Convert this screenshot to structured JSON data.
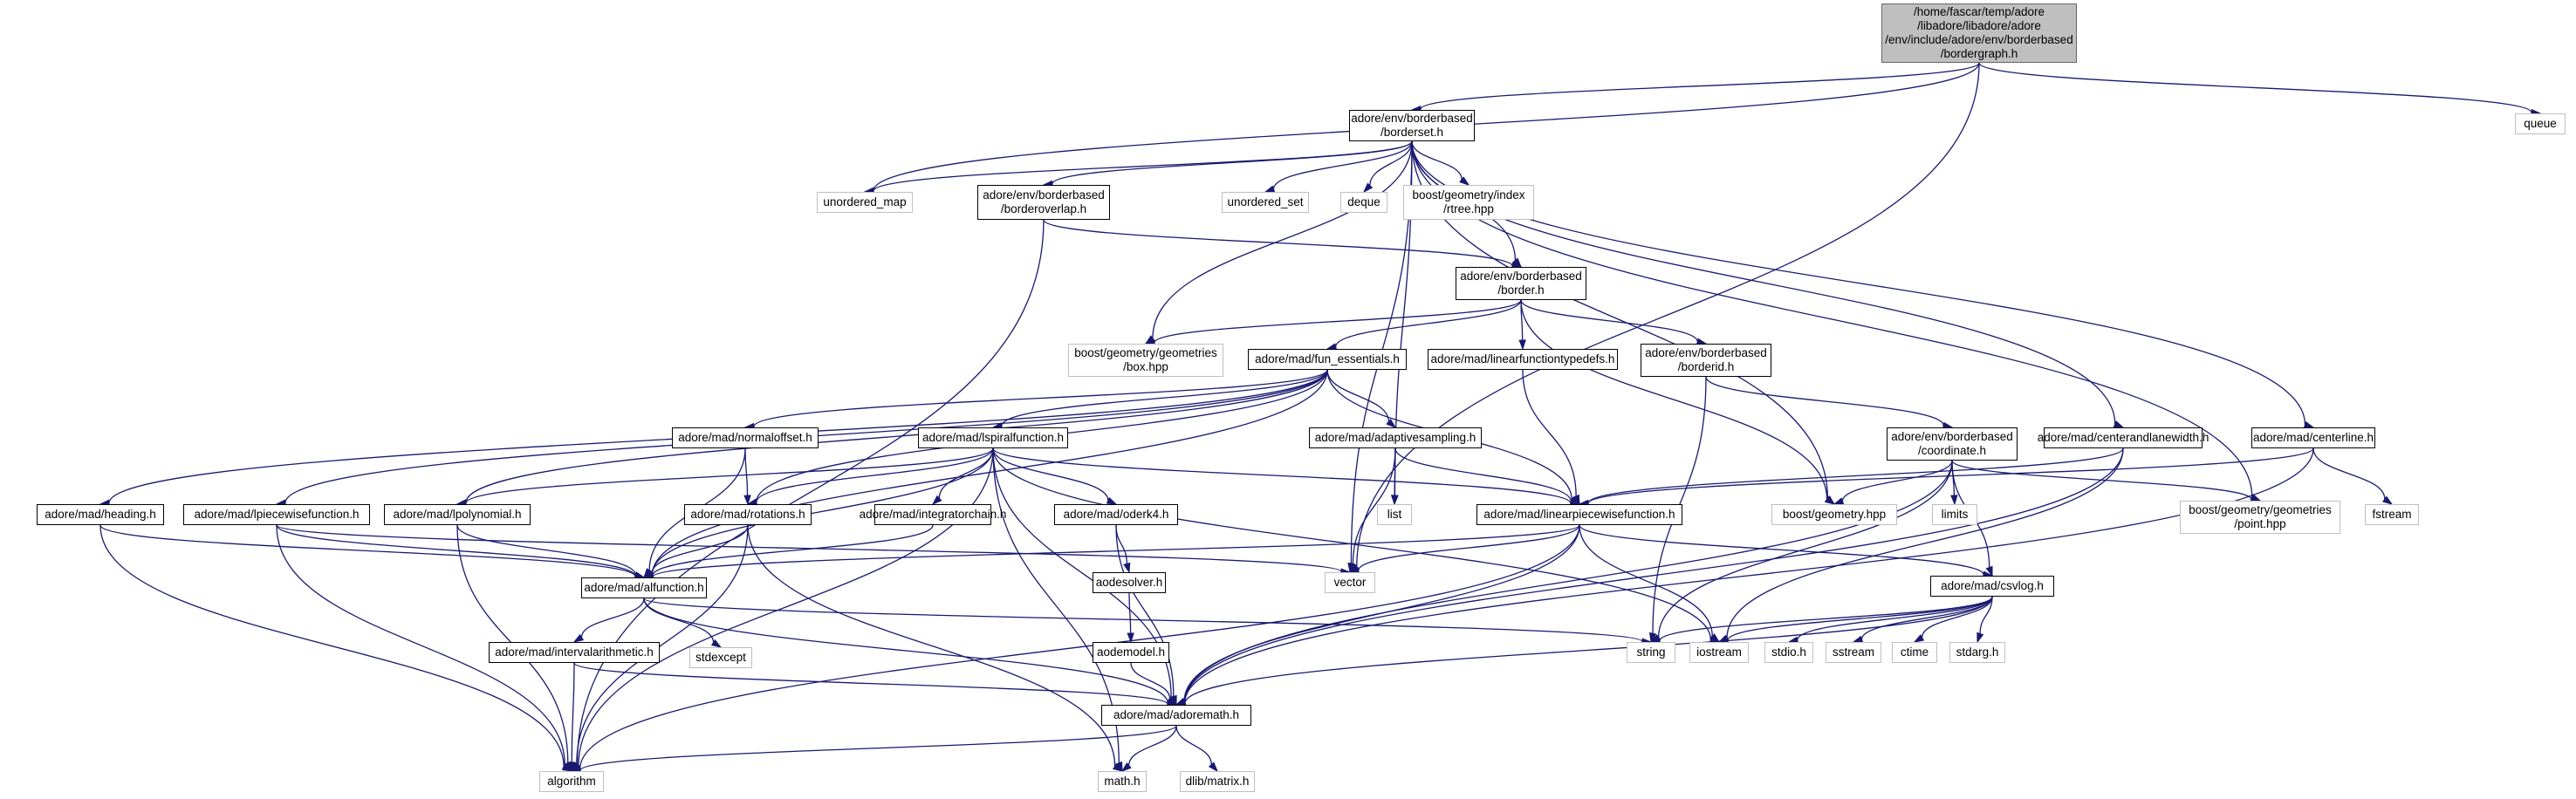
{
  "graph": {
    "title": "",
    "colors": {
      "edge": "#191970",
      "root_fill": "#bfbfbf",
      "project_border": "#000000",
      "system_border": "#bfbfbf"
    },
    "nodes": [
      {
        "id": "bordergraph",
        "kind": "root",
        "lines": [
          "/home/fascar/temp/adore",
          "/libadore/libadore/adore",
          "/env/include/adore/env/borderbased",
          "/bordergraph.h"
        ]
      },
      {
        "id": "borderset",
        "kind": "project",
        "lines": [
          "adore/env/borderbased",
          "/borderset.h"
        ]
      },
      {
        "id": "queue",
        "kind": "system",
        "lines": [
          "queue"
        ]
      },
      {
        "id": "unordered_map",
        "kind": "system",
        "lines": [
          "unordered_map"
        ]
      },
      {
        "id": "borderoverlap",
        "kind": "project",
        "lines": [
          "adore/env/borderbased",
          "/borderoverlap.h"
        ]
      },
      {
        "id": "unordered_set",
        "kind": "system",
        "lines": [
          "unordered_set"
        ]
      },
      {
        "id": "deque",
        "kind": "system",
        "lines": [
          "deque"
        ]
      },
      {
        "id": "rtree",
        "kind": "system",
        "lines": [
          "boost/geometry/index",
          "/rtree.hpp"
        ]
      },
      {
        "id": "border",
        "kind": "project",
        "lines": [
          "adore/env/borderbased",
          "/border.h"
        ]
      },
      {
        "id": "box",
        "kind": "system",
        "lines": [
          "boost/geometry/geometries",
          "/box.hpp"
        ]
      },
      {
        "id": "fun_essentials",
        "kind": "project",
        "lines": [
          "adore/mad/fun_essentials.h"
        ]
      },
      {
        "id": "linearfunctiontypedefs",
        "kind": "project",
        "lines": [
          "adore/mad/linearfunctiontypedefs.h"
        ]
      },
      {
        "id": "borderid",
        "kind": "project",
        "lines": [
          "adore/env/borderbased",
          "/borderid.h"
        ]
      },
      {
        "id": "coordinate",
        "kind": "project",
        "lines": [
          "adore/env/borderbased",
          "/coordinate.h"
        ]
      },
      {
        "id": "centerandlanewidth",
        "kind": "project",
        "lines": [
          "adore/mad/centerandlanewidth.h"
        ]
      },
      {
        "id": "centerline",
        "kind": "project",
        "lines": [
          "adore/mad/centerline.h"
        ]
      },
      {
        "id": "normaloffset",
        "kind": "project",
        "lines": [
          "adore/mad/normaloffset.h"
        ]
      },
      {
        "id": "lspiralfunction",
        "kind": "project",
        "lines": [
          "adore/mad/lspiralfunction.h"
        ]
      },
      {
        "id": "adaptivesampling",
        "kind": "project",
        "lines": [
          "adore/mad/adaptivesampling.h"
        ]
      },
      {
        "id": "heading",
        "kind": "project",
        "lines": [
          "adore/mad/heading.h"
        ]
      },
      {
        "id": "lpiecewisefunction",
        "kind": "project",
        "lines": [
          "adore/mad/lpiecewisefunction.h"
        ]
      },
      {
        "id": "lpolynomial",
        "kind": "project",
        "lines": [
          "adore/mad/lpolynomial.h"
        ]
      },
      {
        "id": "rotations",
        "kind": "project",
        "lines": [
          "adore/mad/rotations.h"
        ]
      },
      {
        "id": "integratorchain",
        "kind": "project",
        "lines": [
          "adore/mad/integratorchain.h"
        ]
      },
      {
        "id": "oderk4",
        "kind": "project",
        "lines": [
          "adore/mad/oderk4.h"
        ]
      },
      {
        "id": "list",
        "kind": "system",
        "lines": [
          "list"
        ]
      },
      {
        "id": "linearpiecewisefunction",
        "kind": "project",
        "lines": [
          "adore/mad/linearpiecewisefunction.h"
        ]
      },
      {
        "id": "boost_geometry",
        "kind": "system",
        "lines": [
          "boost/geometry.hpp"
        ]
      },
      {
        "id": "limits",
        "kind": "system",
        "lines": [
          "limits"
        ]
      },
      {
        "id": "point",
        "kind": "system",
        "lines": [
          "boost/geometry/geometries",
          "/point.hpp"
        ]
      },
      {
        "id": "fstream",
        "kind": "system",
        "lines": [
          "fstream"
        ]
      },
      {
        "id": "vector",
        "kind": "system",
        "lines": [
          "vector"
        ]
      },
      {
        "id": "alfunction",
        "kind": "project",
        "lines": [
          "adore/mad/alfunction.h"
        ]
      },
      {
        "id": "aodesolver",
        "kind": "project",
        "lines": [
          "aodesolver.h"
        ]
      },
      {
        "id": "csvlog",
        "kind": "project",
        "lines": [
          "adore/mad/csvlog.h"
        ]
      },
      {
        "id": "stdexcept",
        "kind": "system",
        "lines": [
          "stdexcept"
        ]
      },
      {
        "id": "intervalarithmetic",
        "kind": "project",
        "lines": [
          "adore/mad/intervalarithmetic.h"
        ]
      },
      {
        "id": "aodemodel",
        "kind": "project",
        "lines": [
          "aodemodel.h"
        ]
      },
      {
        "id": "string",
        "kind": "system",
        "lines": [
          "string"
        ]
      },
      {
        "id": "iostream",
        "kind": "system",
        "lines": [
          "iostream"
        ]
      },
      {
        "id": "stdio",
        "kind": "system",
        "lines": [
          "stdio.h"
        ]
      },
      {
        "id": "sstream",
        "kind": "system",
        "lines": [
          "sstream"
        ]
      },
      {
        "id": "ctime",
        "kind": "system",
        "lines": [
          "ctime"
        ]
      },
      {
        "id": "stdarg",
        "kind": "system",
        "lines": [
          "stdarg.h"
        ]
      },
      {
        "id": "adoremath",
        "kind": "project",
        "lines": [
          "adore/mad/adoremath.h"
        ]
      },
      {
        "id": "algorithm",
        "kind": "system",
        "lines": [
          "algorithm"
        ]
      },
      {
        "id": "math",
        "kind": "system",
        "lines": [
          "math.h"
        ]
      },
      {
        "id": "dlib_matrix",
        "kind": "system",
        "lines": [
          "dlib/matrix.h"
        ]
      }
    ],
    "edges": [
      [
        "bordergraph",
        "borderset"
      ],
      [
        "bordergraph",
        "queue"
      ],
      [
        "bordergraph",
        "unordered_map"
      ],
      [
        "bordergraph",
        "vector"
      ],
      [
        "borderset",
        "unordered_map"
      ],
      [
        "borderset",
        "borderoverlap"
      ],
      [
        "borderset",
        "unordered_set"
      ],
      [
        "borderset",
        "deque"
      ],
      [
        "borderset",
        "rtree"
      ],
      [
        "borderset",
        "border"
      ],
      [
        "borderset",
        "box"
      ],
      [
        "borderset",
        "vector"
      ],
      [
        "borderset",
        "list"
      ],
      [
        "borderset",
        "boost_geometry"
      ],
      [
        "borderset",
        "point"
      ],
      [
        "borderset",
        "centerandlanewidth"
      ],
      [
        "borderset",
        "centerline"
      ],
      [
        "borderoverlap",
        "border"
      ],
      [
        "borderoverlap",
        "algorithm"
      ],
      [
        "border",
        "box"
      ],
      [
        "border",
        "fun_essentials"
      ],
      [
        "border",
        "linearfunctiontypedefs"
      ],
      [
        "border",
        "borderid"
      ],
      [
        "border",
        "boost_geometry"
      ],
      [
        "fun_essentials",
        "normaloffset"
      ],
      [
        "fun_essentials",
        "lspiralfunction"
      ],
      [
        "fun_essentials",
        "adaptivesampling"
      ],
      [
        "fun_essentials",
        "heading"
      ],
      [
        "fun_essentials",
        "lpiecewisefunction"
      ],
      [
        "fun_essentials",
        "lpolynomial"
      ],
      [
        "fun_essentials",
        "rotations"
      ],
      [
        "fun_essentials",
        "alfunction"
      ],
      [
        "fun_essentials",
        "linearpiecewisefunction"
      ],
      [
        "linearfunctiontypedefs",
        "linearpiecewisefunction"
      ],
      [
        "borderid",
        "coordinate"
      ],
      [
        "borderid",
        "string"
      ],
      [
        "coordinate",
        "boost_geometry"
      ],
      [
        "coordinate",
        "limits"
      ],
      [
        "coordinate",
        "point"
      ],
      [
        "coordinate",
        "csvlog"
      ],
      [
        "coordinate",
        "adoremath"
      ],
      [
        "coordinate",
        "string"
      ],
      [
        "centerandlanewidth",
        "linearpiecewisefunction"
      ],
      [
        "centerandlanewidth",
        "adoremath"
      ],
      [
        "centerandlanewidth",
        "iostream"
      ],
      [
        "centerline",
        "linearpiecewisefunction"
      ],
      [
        "centerline",
        "fstream"
      ],
      [
        "centerline",
        "adoremath"
      ],
      [
        "normaloffset",
        "rotations"
      ],
      [
        "normaloffset",
        "alfunction"
      ],
      [
        "lspiralfunction",
        "linearpiecewisefunction"
      ],
      [
        "lspiralfunction",
        "lpolynomial"
      ],
      [
        "lspiralfunction",
        "rotations"
      ],
      [
        "lspiralfunction",
        "integratorchain"
      ],
      [
        "lspiralfunction",
        "oderk4"
      ],
      [
        "lspiralfunction",
        "alfunction"
      ],
      [
        "lspiralfunction",
        "adoremath"
      ],
      [
        "lspiralfunction",
        "algorithm"
      ],
      [
        "lspiralfunction",
        "math"
      ],
      [
        "lspiralfunction",
        "iostream"
      ],
      [
        "adaptivesampling",
        "linearpiecewisefunction"
      ],
      [
        "adaptivesampling",
        "list"
      ],
      [
        "adaptivesampling",
        "vector"
      ],
      [
        "heading",
        "alfunction"
      ],
      [
        "heading",
        "algorithm"
      ],
      [
        "lpiecewisefunction",
        "alfunction"
      ],
      [
        "lpiecewisefunction",
        "vector"
      ],
      [
        "lpiecewisefunction",
        "algorithm"
      ],
      [
        "lpolynomial",
        "alfunction"
      ],
      [
        "lpolynomial",
        "algorithm"
      ],
      [
        "rotations",
        "alfunction"
      ],
      [
        "rotations",
        "algorithm"
      ],
      [
        "rotations",
        "math"
      ],
      [
        "integratorchain",
        "alfunction"
      ],
      [
        "oderk4",
        "aodesolver"
      ],
      [
        "oderk4",
        "adoremath"
      ],
      [
        "linearpiecewisefunction",
        "alfunction"
      ],
      [
        "linearpiecewisefunction",
        "vector"
      ],
      [
        "linearpiecewisefunction",
        "csvlog"
      ],
      [
        "linearpiecewisefunction",
        "adoremath"
      ],
      [
        "linearpiecewisefunction",
        "iostream"
      ],
      [
        "linearpiecewisefunction",
        "algorithm"
      ],
      [
        "alfunction",
        "intervalarithmetic"
      ],
      [
        "alfunction",
        "stdexcept"
      ],
      [
        "alfunction",
        "string"
      ],
      [
        "alfunction",
        "adoremath"
      ],
      [
        "aodesolver",
        "aodemodel"
      ],
      [
        "aodemodel",
        "adoremath"
      ],
      [
        "csvlog",
        "string"
      ],
      [
        "csvlog",
        "iostream"
      ],
      [
        "csvlog",
        "stdio"
      ],
      [
        "csvlog",
        "sstream"
      ],
      [
        "csvlog",
        "ctime"
      ],
      [
        "csvlog",
        "stdarg"
      ],
      [
        "csvlog",
        "adoremath"
      ],
      [
        "intervalarithmetic",
        "adoremath"
      ],
      [
        "intervalarithmetic",
        "algorithm"
      ],
      [
        "adoremath",
        "algorithm"
      ],
      [
        "adoremath",
        "math"
      ],
      [
        "adoremath",
        "dlib_matrix"
      ]
    ]
  }
}
